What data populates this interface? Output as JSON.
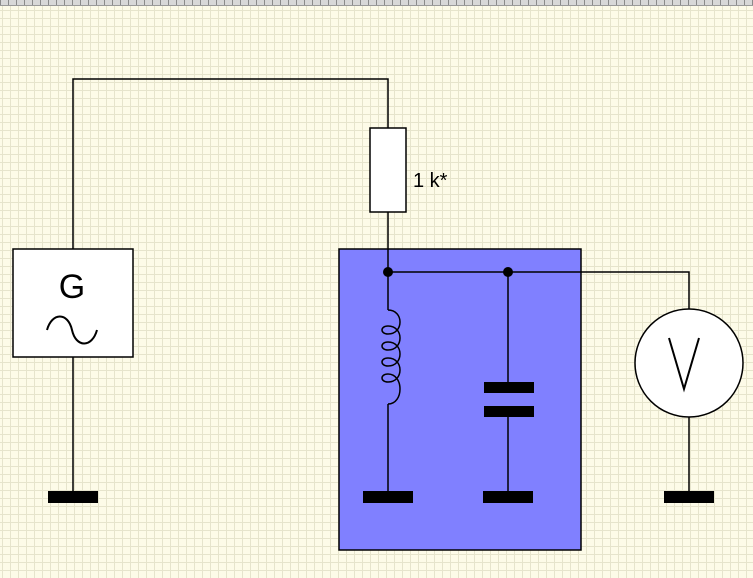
{
  "generator": {
    "label": "G",
    "symbol": "~"
  },
  "resistor": {
    "label": "1 k*"
  },
  "voltmeter": {
    "label": "V"
  },
  "colors": {
    "wire": "#000000",
    "module_fill": "#8080ff",
    "component_fill": "#ffffff",
    "background": "#fdfbe8",
    "grid": "#e6e4cc"
  },
  "icons": {
    "generator": "ac-source-icon",
    "resistor": "resistor-icon",
    "inductor": "inductor-icon",
    "capacitor": "capacitor-icon",
    "voltmeter": "voltmeter-icon",
    "ground": "ground-icon"
  }
}
